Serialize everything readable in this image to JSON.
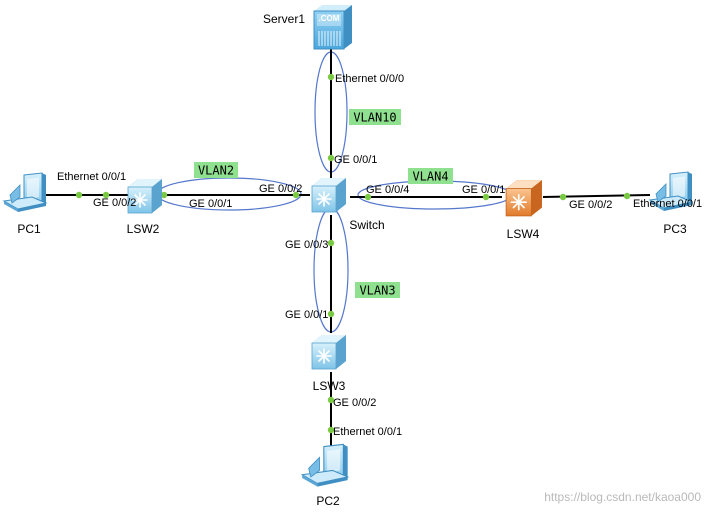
{
  "devices": {
    "server1": "Server1",
    "server_screen": ".COM",
    "switch": "Switch",
    "lsw2": "LSW2",
    "lsw3": "LSW3",
    "lsw4": "LSW4",
    "pc1": "PC1",
    "pc2": "PC2",
    "pc3": "PC3"
  },
  "ports": {
    "server_eth": "Ethernet 0/0/0",
    "switch_ge1": "GE 0/0/1",
    "switch_ge2": "GE 0/0/2",
    "switch_ge3": "GE 0/0/3",
    "switch_ge4": "GE 0/0/4",
    "lsw2_ge2": "GE 0/0/2",
    "lsw2_ge1": "GE 0/0/1",
    "pc1_eth": "Ethernet 0/0/1",
    "lsw3_ge1": "GE 0/0/1",
    "lsw3_ge2": "GE 0/0/2",
    "pc2_eth": "Ethernet 0/0/1",
    "lsw4_ge1": "GE 0/0/1",
    "lsw4_ge2": "GE 0/0/2",
    "pc3_eth": "Ethernet 0/0/1"
  },
  "vlans": {
    "vlan10": "VLAN10",
    "vlan2": "VLAN2",
    "vlan3": "VLAN3",
    "vlan4": "VLAN4"
  },
  "watermark": "https://blog.csdn.net/kaoa000",
  "colors": {
    "link": "#000000",
    "port_dot": "#7ac943",
    "vlan_ring": "#5577cc",
    "vlan_tag": "#8fe08f",
    "switch_body": "#a9dcf5",
    "lsw4_body": "#f2a25c"
  }
}
